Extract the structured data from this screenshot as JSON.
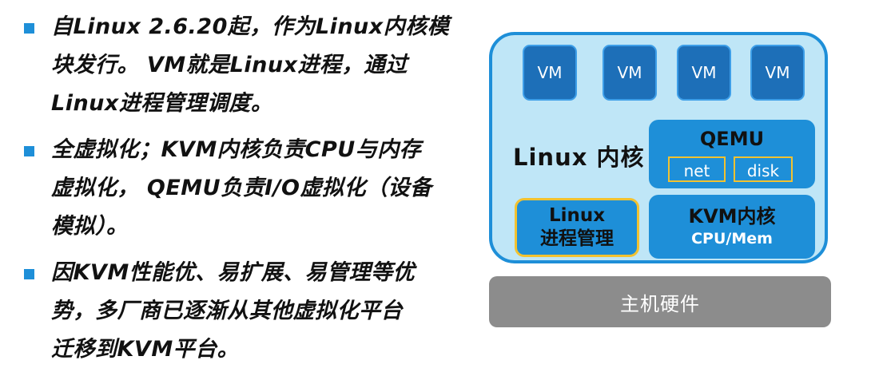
{
  "bullets": [
    {
      "lines": [
        "自Linux 2.6.20起，作为Linux内核模",
        "块发行。 VM就是Linux进程，通过",
        "Linux进程管理调度。"
      ]
    },
    {
      "lines": [
        "全虚拟化；KVM内核负责CPU与内存",
        "虚拟化， QEMU负责I/O虚拟化（设备",
        "模拟）。"
      ]
    },
    {
      "lines": [
        "因KVM性能优、易扩展、易管理等优",
        "势，多厂商已逐渐从其他虚拟化平台",
        "迁移到KVM平台。"
      ]
    }
  ],
  "diagram": {
    "vms": [
      "VM",
      "VM",
      "VM",
      "VM"
    ],
    "kernel_title": "Linux 内核",
    "qemu": {
      "label": "QEMU",
      "net": "net",
      "disk": "disk"
    },
    "process_mgmt": {
      "line1": "Linux",
      "line2": "进程管理"
    },
    "kvm": {
      "line1": "KVM内核",
      "line2": "CPU/Mem"
    },
    "hardware": "主机硬件"
  },
  "colors": {
    "accent_blue": "#1e8fd8",
    "vm_blue": "#1d6fb8",
    "host_bg": "#bfe6f7",
    "highlight_yellow": "#f2c230",
    "hardware_gray": "#8c8c8c"
  }
}
